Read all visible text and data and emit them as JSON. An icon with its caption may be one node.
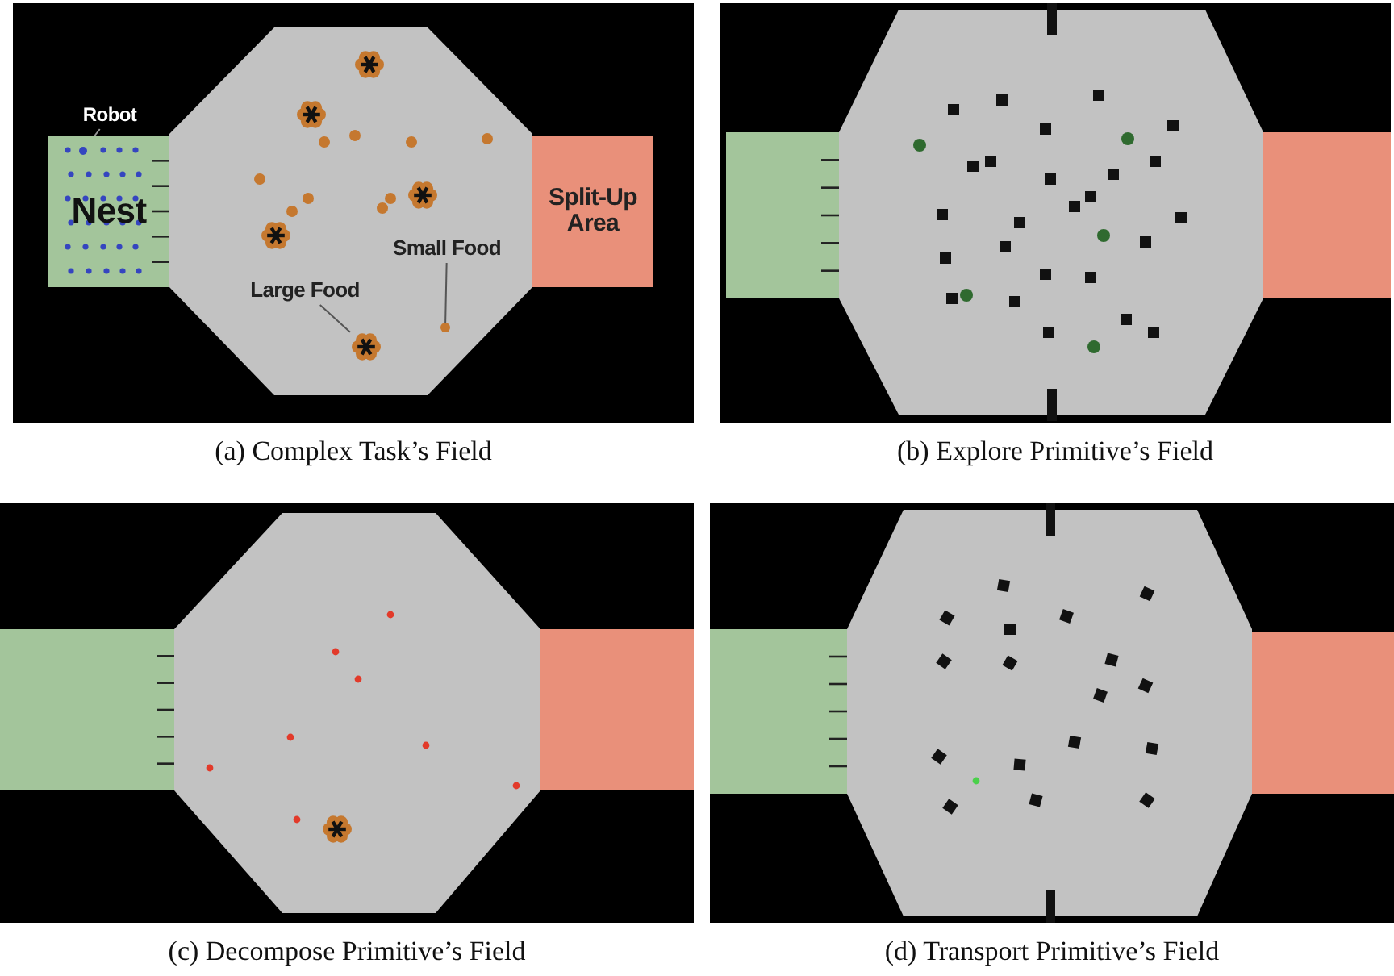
{
  "diagram": {
    "nodes": [
      {
        "text": [
          "Nest"
        ]
      },
      {
        "text": [
          "Split-Up Area"
        ]
      },
      {
        "text": [
          "Robot"
        ]
      },
      {
        "text": [],
        "shape": "circle",
        "in": 0
      },
      {
        "text": [
          "Large Food"
        ]
      },
      {
        "text": [],
        "shape": "picture"
      },
      {
        "text": [
          "Small Food"
        ]
      },
      {
        "text": [],
        "shape": "circle"
      },
      {
        "text": [],
        "shape": "box"
      },
      {
        "text": [],
        "shape": "box"
      },
      {
        "text": [],
        "shape": "box"
      },
      {
        "text": [],
        "shape": "box"
      },
      {
        "text": [],
        "shape": "box"
      },
      {
        "text": [],
        "shape": "box"
      }
    ],
    "edges": [
      {
        "from": 2,
        "to": 3,
        "arrow": "none"
      },
      {
        "from": 4,
        "to": 5,
        "arrow": "none"
      },
      {
        "from": 6,
        "to": 7,
        "arrow": "none"
      }
    ],
    "labels": [
      "(a) Complex Task’s Field",
      "(b) Explore Primitive’s Field",
      "(c) Decompose Primitive’s Field",
      "(d) Transport Primitive’s Field"
    ]
  }
}
